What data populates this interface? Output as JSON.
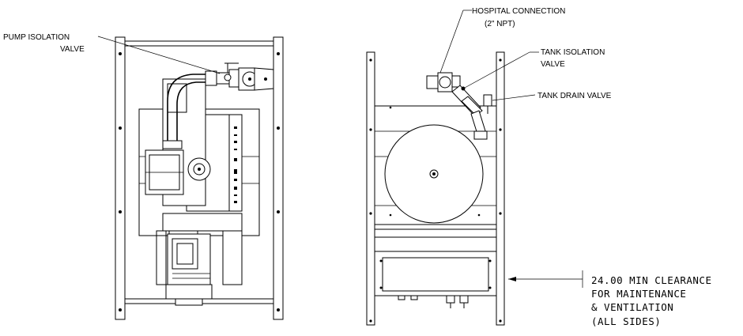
{
  "labels": {
    "pump_isolation_valve": [
      "PUMP ISOLATION",
      "VALVE"
    ],
    "hospital_connection": [
      "HOSPITAL CONNECTION",
      "(2\" NPT)"
    ],
    "tank_isolation_valve": [
      "TANK ISOLATION",
      "VALVE"
    ],
    "tank_drain_valve": "TANK DRAIN VALVE",
    "clearance_note": [
      "24.00 MIN CLEARANCE",
      "FOR MAINTENANCE",
      "& VENTILATION",
      "(ALL SIDES)"
    ]
  }
}
